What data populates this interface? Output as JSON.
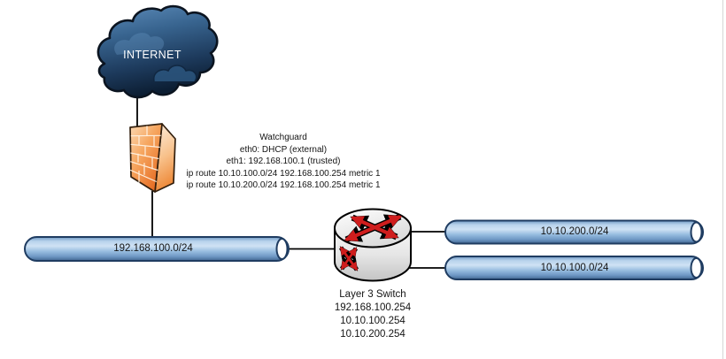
{
  "cloud": {
    "label": "INTERNET"
  },
  "firewall": {
    "annotation": [
      "Watchguard",
      "eth0: DHCP (external)",
      "eth1: 192.168.100.1 (trusted)",
      "ip route 10.10.100.0/24 192.168.100.254 metric 1",
      "ip route 10.10.200.0/24 192.168.100.254 metric 1"
    ]
  },
  "segments": {
    "trusted": {
      "label": "192.168.100.0/24"
    },
    "vlan200": {
      "label": "10.10.200.0/24"
    },
    "vlan100": {
      "label": "10.10.100.0/24"
    }
  },
  "switch": {
    "name": "Layer 3 Switch",
    "addresses": [
      "192.168.100.254",
      "10.10.100.254",
      "10.10.200.254"
    ]
  },
  "colors": {
    "pipe_border": "#1f3c61",
    "pipe_fill_mid": "#9cc0e4",
    "cloud_blue": "#2e5a8a",
    "cloud_text": "#ffffff",
    "firewall_orange": "#f08a3c",
    "arrow_red": "#cf1d1d",
    "connector": "#000000",
    "page_edge": "#d9d9d9"
  }
}
